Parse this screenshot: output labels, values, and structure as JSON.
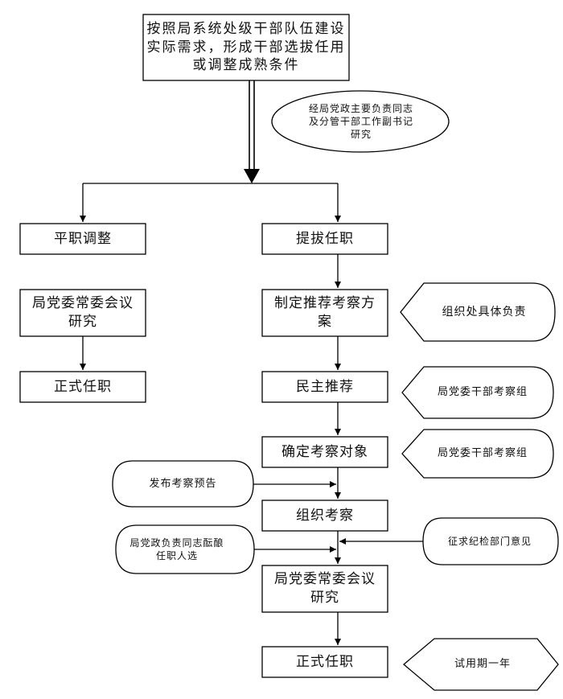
{
  "top": {
    "text": "按照局系统处级干部队伍建设实际需求，形成干部选拔任用或调整成熟条件"
  },
  "research_note": {
    "text": "经局党政主要负责同志及分管干部工作副书记研究"
  },
  "left_branch": {
    "step1": "平职调整",
    "step2": "局党委常委会议研究",
    "step3": "正式任职"
  },
  "right_branch": {
    "step1": "提拔任职",
    "step2": "制定推荐考察方案",
    "step3": "民主推荐",
    "step4": "确定考察对象",
    "step5": "组织考察",
    "step6": "局党委常委会议研究",
    "step7": "正式任职"
  },
  "side_notes": {
    "org_dept": "组织处具体负责",
    "inspection_team_1": "局党委干部考察组",
    "inspection_team_2": "局党委干部考察组",
    "publish_notice": "发布考察预告",
    "deliberation": "局党政负责同志酝酿任职人选",
    "discipline": "征求纪检部门意见",
    "probation": "试用期一年"
  }
}
